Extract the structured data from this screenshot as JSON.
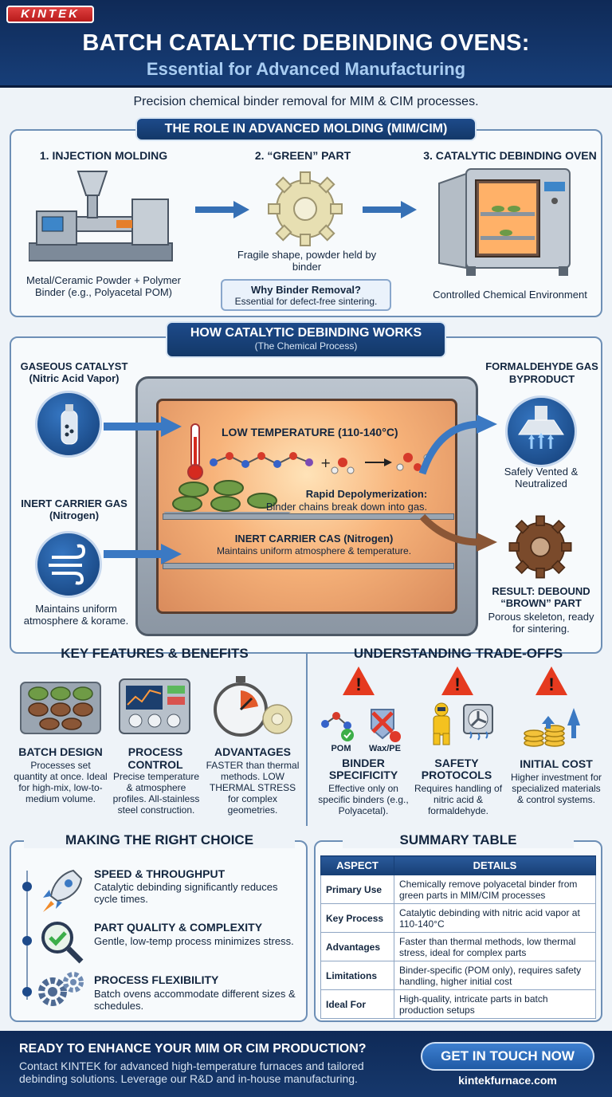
{
  "header": {
    "logo": "KINTEK",
    "title": "BATCH CATALYTIC DEBINDING OVENS:",
    "subtitle": "Essential for Advanced Manufacturing",
    "tagline": "Precision chemical binder removal for MIM & CIM processes."
  },
  "role": {
    "heading": "THE ROLE IN ADVANCED MOLDING (MIM/CIM)",
    "steps": [
      {
        "title": "1. INJECTION MOLDING",
        "caption": "Metal/Ceramic Powder + Polymer Binder (e.g., Polyacetal POM)"
      },
      {
        "title": "2. “GREEN” PART",
        "caption": "Fragile shape, powder held by binder"
      },
      {
        "title": "3. CATALYTIC DEBINDING OVEN",
        "caption": "Controlled Chemical Environment"
      }
    ],
    "callout_title": "Why Binder Removal?",
    "callout_text": "Essential for defect-free sintering."
  },
  "process": {
    "heading": "HOW CATALYTIC DEBINDING WORKS",
    "subheading": "(The Chemical Process)",
    "catalyst_label": "GASEOUS CATALYST (Nitric Acid Vapor)",
    "carrier_label": "INERT CARRIER GAS (Nitrogen)",
    "carrier_caption": "Maintains uniform atmosphere & korame.",
    "temp_label": "LOW TEMPERATURE (110-140°C)",
    "depoly_title": "Rapid Depolymerization:",
    "depoly_text": "Binder chains break down into gas.",
    "inner_carrier_title": "INERT CARRIER CAS (Nitrogen)",
    "inner_carrier_text": "Maintains uniform atmosphere & temperature.",
    "byproduct_label": "FORMALDEHYDE GAS BYPRODUCT",
    "byproduct_caption": "Safely Vented & Neutralized",
    "result_title": "RESULT: DEBOUND “BROWN” PART",
    "result_caption": "Porous skeleton, ready for sintering."
  },
  "features": {
    "heading": "KEY FEATURES & BENEFITS",
    "items": [
      {
        "title": "BATCH DESIGN",
        "text": "Processes set quantity at once. Ideal for high-mix, low-to-medium volume."
      },
      {
        "title": "PROCESS CONTROL",
        "text": "Precise temperature & atmosphere profiles. All-stainless steel construction."
      },
      {
        "title": "ADVANTAGES",
        "text": "FASTER than thermal methods. LOW THERMAL STRESS for complex geometries."
      }
    ]
  },
  "tradeoffs": {
    "heading": "UNDERSTANDING TRADE-OFFS",
    "pom_label": "POM",
    "wax_label": "Wax/PE",
    "items": [
      {
        "title": "BINDER SPECIFICITY",
        "text": "Effective only on specific binders (e.g., Polyacetal)."
      },
      {
        "title": "SAFETY PROTOCOLS",
        "text": "Requires handling of nitric acid & formaldehyde."
      },
      {
        "title": "INITIAL COST",
        "text": "Higher investment for specialized materials & control systems."
      }
    ]
  },
  "choice": {
    "heading": "MAKING THE RIGHT CHOICE",
    "items": [
      {
        "title": "SPEED & THROUGHPUT",
        "text": "Catalytic debinding significantly reduces cycle times."
      },
      {
        "title": "PART QUALITY & COMPLEXITY",
        "text": "Gentle, low-temp process minimizes stress."
      },
      {
        "title": "PROCESS FLEXIBILITY",
        "text": "Batch ovens accommodate different sizes & schedules."
      }
    ]
  },
  "summary": {
    "heading": "SUMMARY TABLE",
    "col_aspect": "ASPECT",
    "col_details": "DETAILS",
    "rows": [
      {
        "aspect": "Primary Use",
        "details": "Chemically remove polyacetal binder from green parts in MIM/CIM processes"
      },
      {
        "aspect": "Key Process",
        "details": "Catalytic debinding with nitric acid vapor at 110-140°C"
      },
      {
        "aspect": "Advantages",
        "details": "Faster than thermal methods, low thermal stress, ideal for complex parts"
      },
      {
        "aspect": "Limitations",
        "details": "Binder-specific (POM only), requires safety handling, higher initial cost"
      },
      {
        "aspect": "Ideal For",
        "details": "High-quality, intricate parts in batch production setups"
      }
    ]
  },
  "footer": {
    "cta_title": "READY TO ENHANCE YOUR MIM OR CIM PRODUCTION?",
    "cta_text": "Contact KINTEK for advanced high-temperature furnaces and tailored debinding solutions. Leverage our R&D and in-house manufacturing.",
    "button": "GET IN TOUCH NOW",
    "website": "kintekfurnace.com"
  },
  "colors": {
    "navy": "#0f2a57",
    "accent": "#2a5a9b",
    "warning": "#e53a1f",
    "brown": "#7a4a2b",
    "green": "#5e8f3a"
  }
}
